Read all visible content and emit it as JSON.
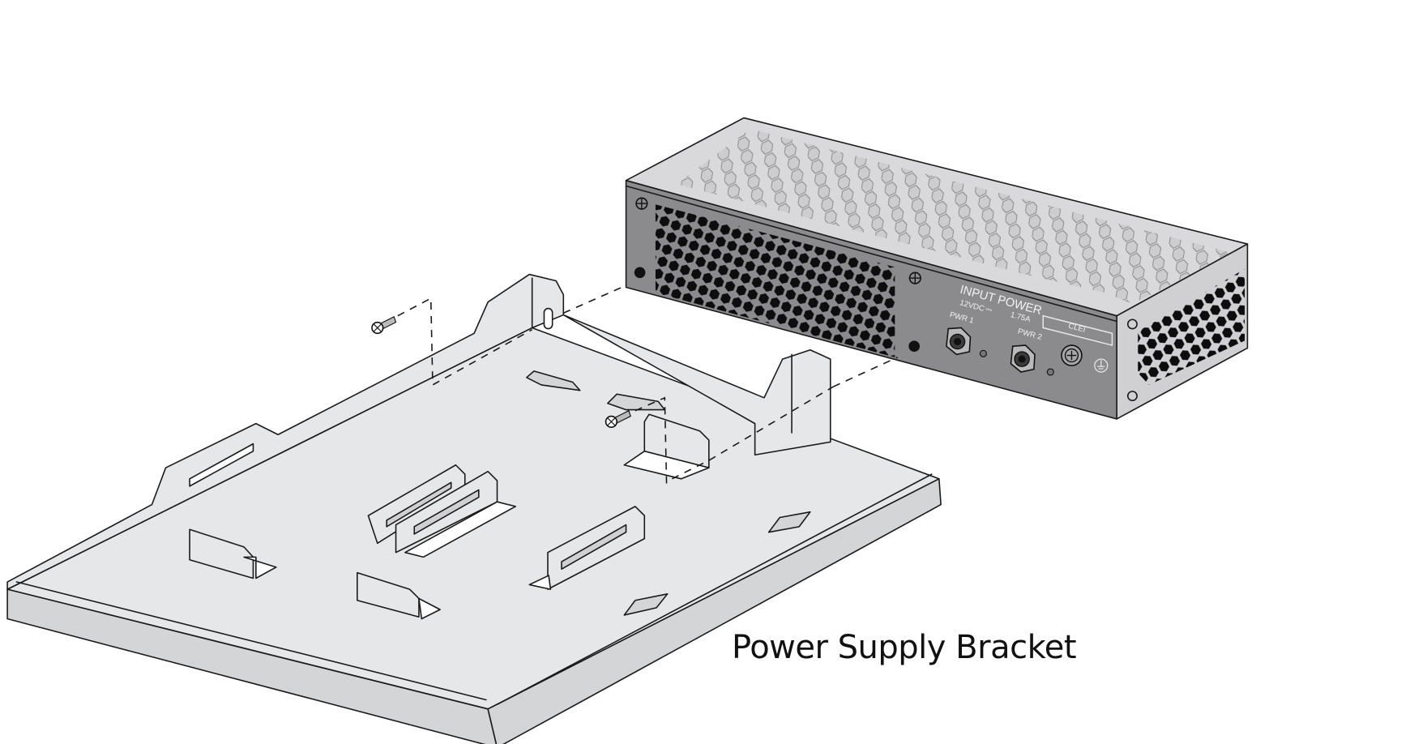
{
  "diagram": {
    "title": "Power Supply Bracket",
    "caption": "Power Supply Bracket",
    "components": {
      "bracket": {
        "name": "Power Supply Bracket",
        "fill": "#e6e7e8"
      },
      "power_supply": {
        "panel_label": "INPUT POWER",
        "rating_voltage": "12VDC",
        "rating_symbol": "⎓",
        "rating_current": "1.75A",
        "port_1_label": "PWR 1",
        "port_2_label": "PWR 2",
        "clei_label": "CLEI",
        "front_color": "#8b8b8e",
        "top_color": "#d9d9db"
      },
      "screws": [
        {
          "name": "screw-upper-left"
        },
        {
          "name": "screw-center"
        }
      ]
    },
    "colors": {
      "line": "#1a1a1a",
      "background": "#ffffff",
      "vent": "#0d0d0d"
    }
  }
}
